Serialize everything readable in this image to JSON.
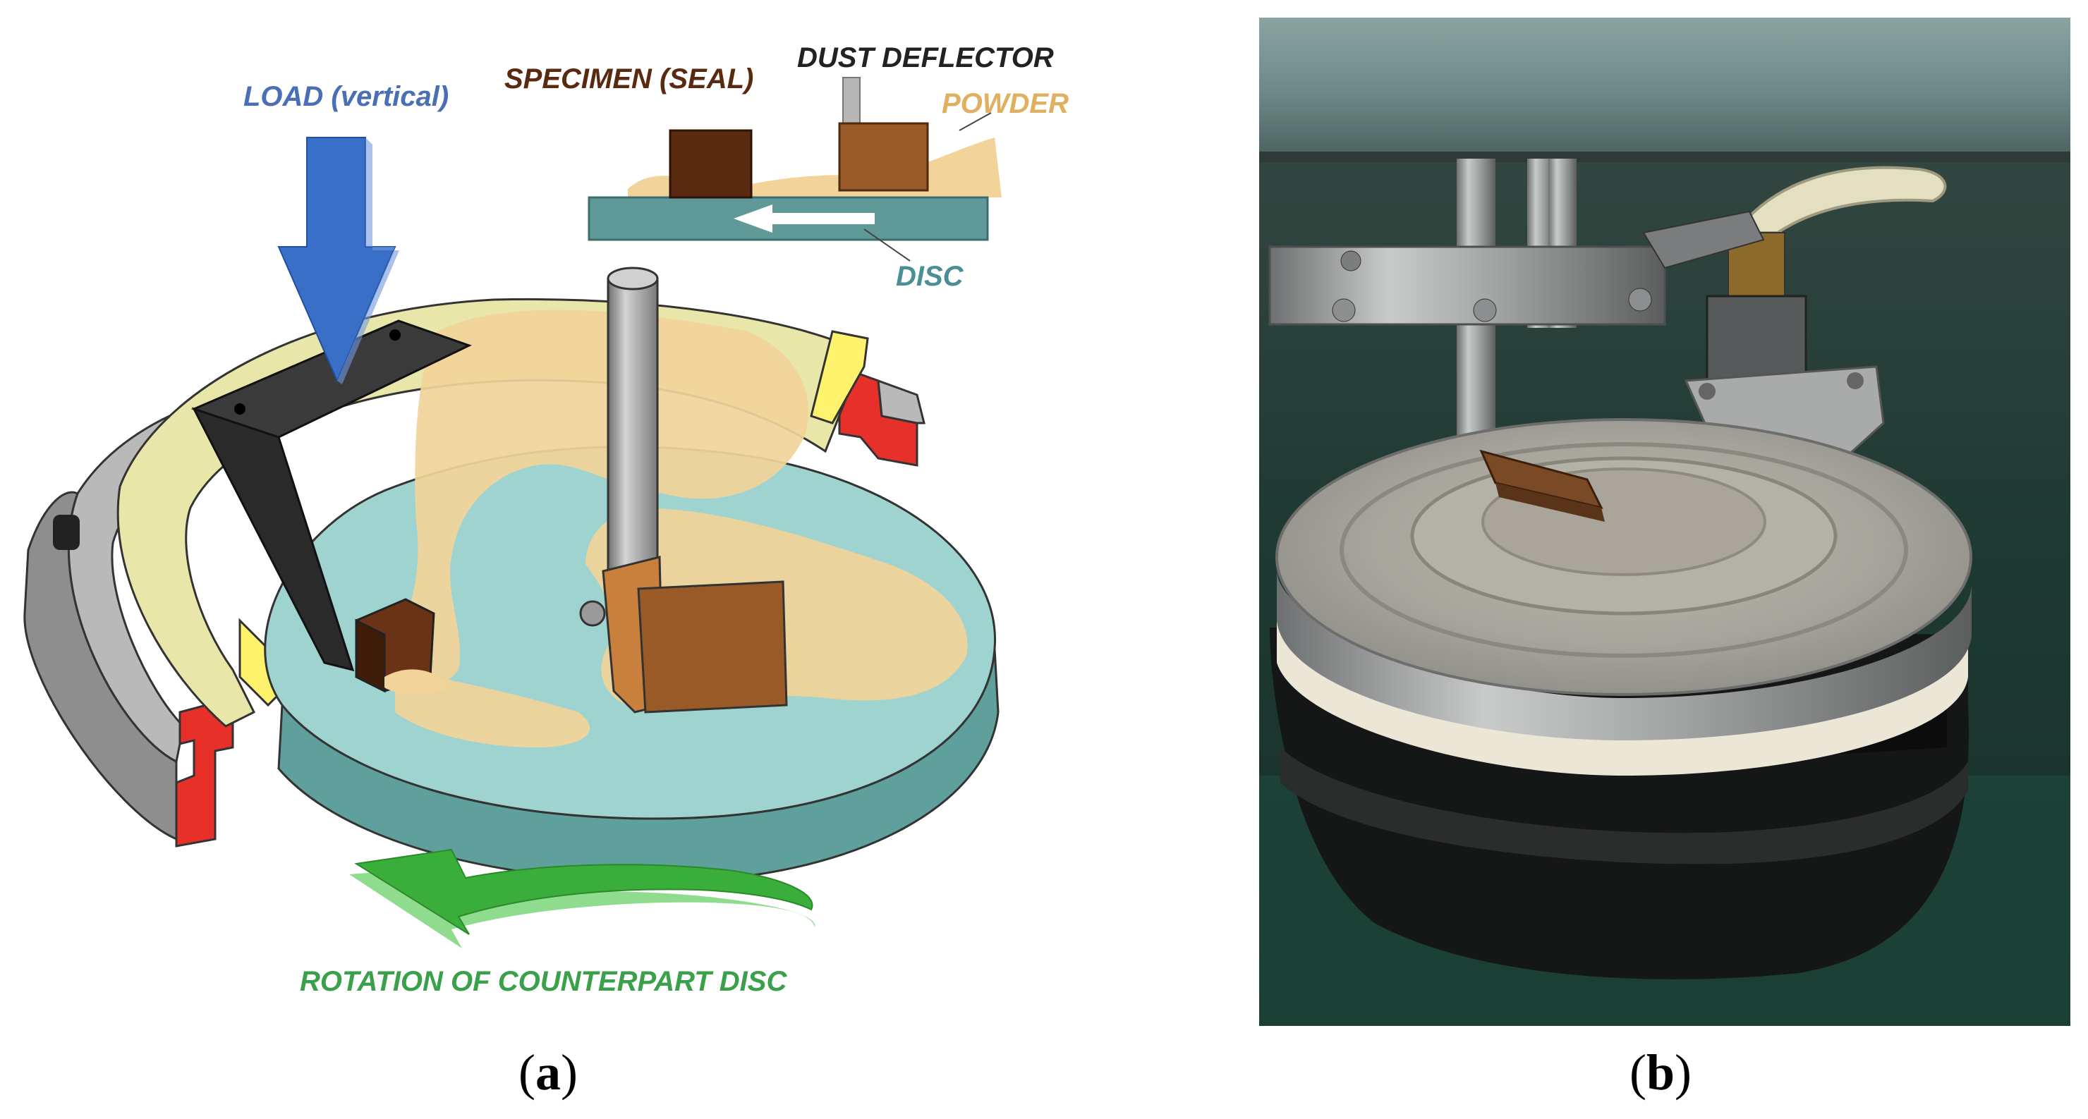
{
  "panel_a": {
    "labels": {
      "load": "LOAD (vertical)",
      "specimen": "SPECIMEN (SEAL)",
      "dust_deflector": "DUST DEFLECTOR",
      "powder": "POWDER",
      "disc": "DISC",
      "rotation": "ROTATION OF COUNTERPART DISC"
    },
    "caption": {
      "open": "(",
      "letter": "a",
      "close": ")"
    }
  },
  "panel_b": {
    "caption": {
      "open": "(",
      "letter": "b",
      "close": ")"
    }
  },
  "colors": {
    "load_label": "#4a6fb5",
    "specimen_label": "#5a2a10",
    "dust_deflector_label": "#222222",
    "powder_label": "#e0b060",
    "disc_label": "#4a8f95",
    "rotation_label": "#3aa04a",
    "load_arrow": "#3a6fc8",
    "rotation_arrow": "#3aae3a",
    "disc": "#9fd3d0",
    "disc_side": "#5f9f9c",
    "powder": "#f2d49a",
    "specimen": "#5a2a10",
    "deflector": "#9a5a28",
    "ring_outer": "#9a9a9a",
    "ring_inner": "#e8e6a8",
    "red_part": "#e8302a"
  },
  "icons": [
    "load-arrow-icon",
    "rotation-arrow-icon",
    "disc-direction-arrow-icon",
    "bolt-icon"
  ]
}
